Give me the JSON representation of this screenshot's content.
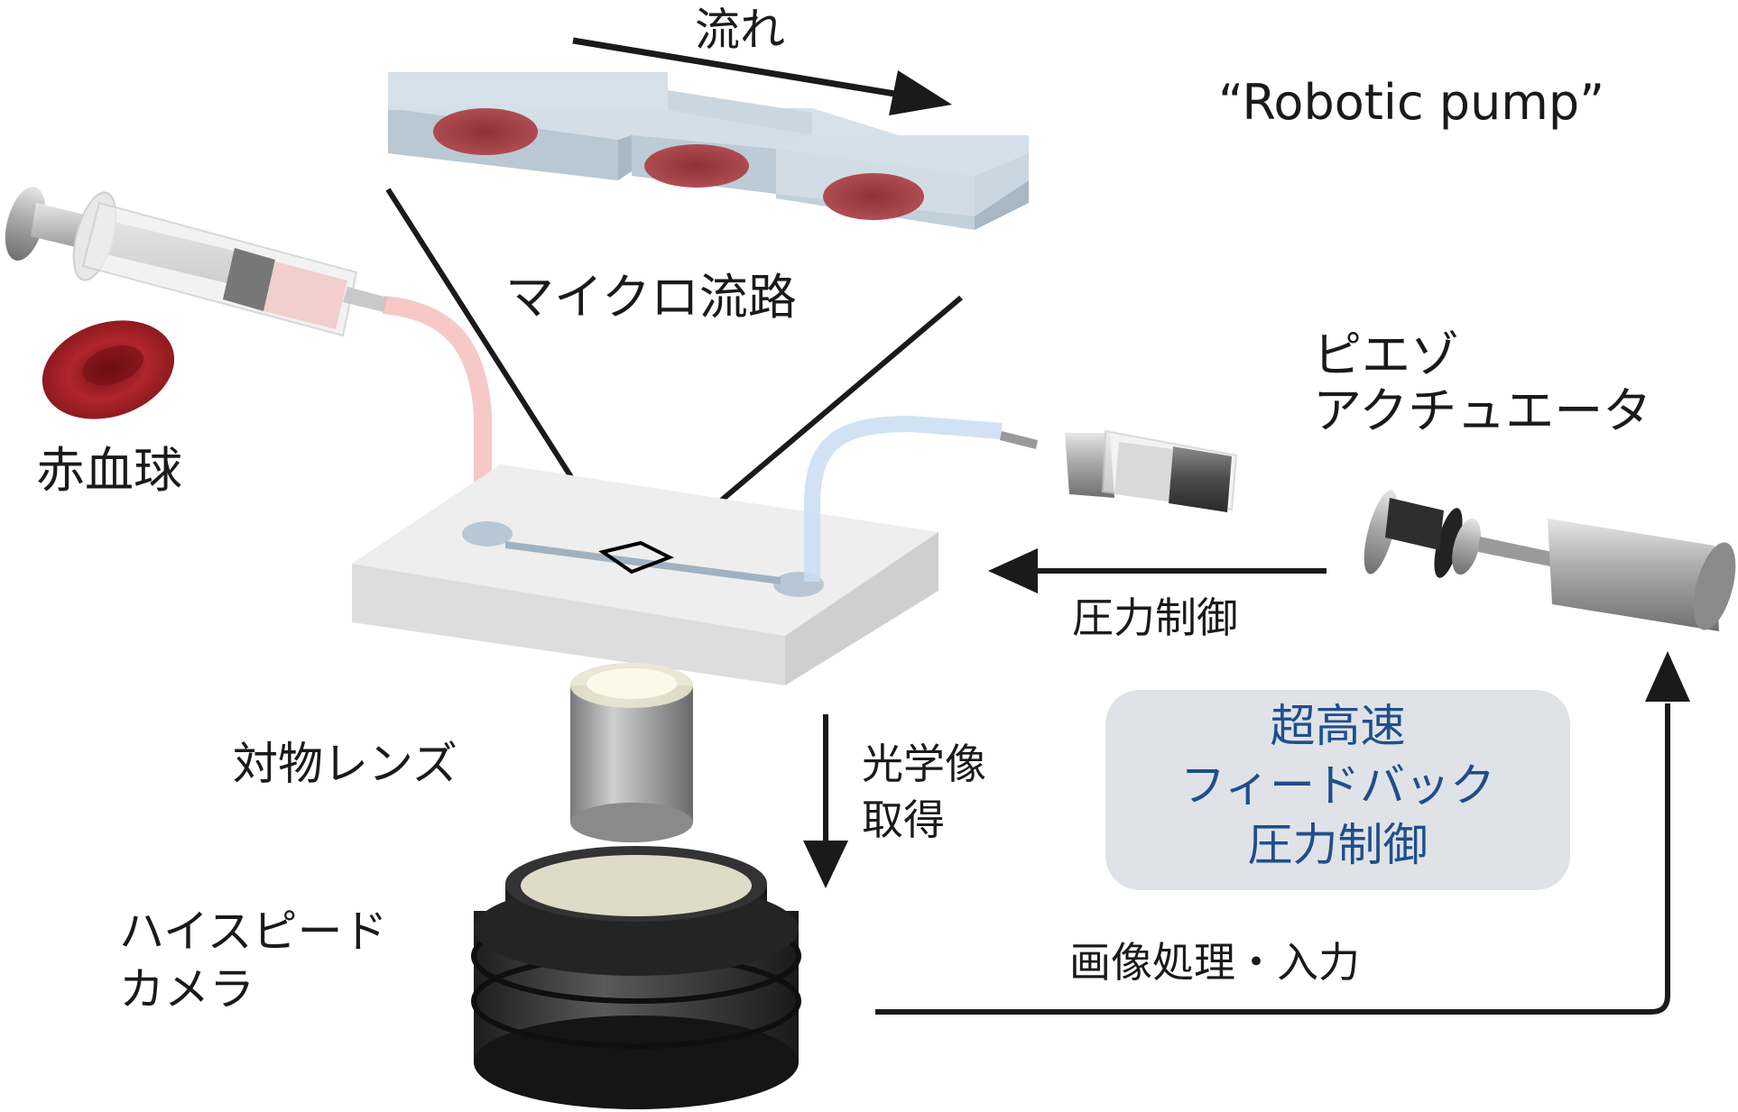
{
  "labels": {
    "flow": "流れ",
    "robotic_pump": "“Robotic pump”",
    "microchannel": "マイクロ流路",
    "rbc": "赤血球",
    "piezo_line1": "ピエゾ",
    "piezo_line2": "アクチュエータ",
    "pressure_control": "圧力制御",
    "objective_lens": "対物レンズ",
    "optical_image_line1": "光学像",
    "optical_image_line2": "取得",
    "highspeed_camera_line1": "ハイスピード",
    "highspeed_camera_line2": "カメラ",
    "image_processing": "画像処理・入力",
    "feedback_line1": "超高速",
    "feedback_line2": "フィードバック",
    "feedback_line3": "圧力制御"
  },
  "colors": {
    "rbc_red": "#9e1f25",
    "tube_pink": "#f3b6b6",
    "tube_blue": "#c9ddf2",
    "glass": "#d8e2ea",
    "feedback_box": "#dfe3e8",
    "feedback_text": "#1f4e8c",
    "arrow": "#1a1a1a"
  }
}
